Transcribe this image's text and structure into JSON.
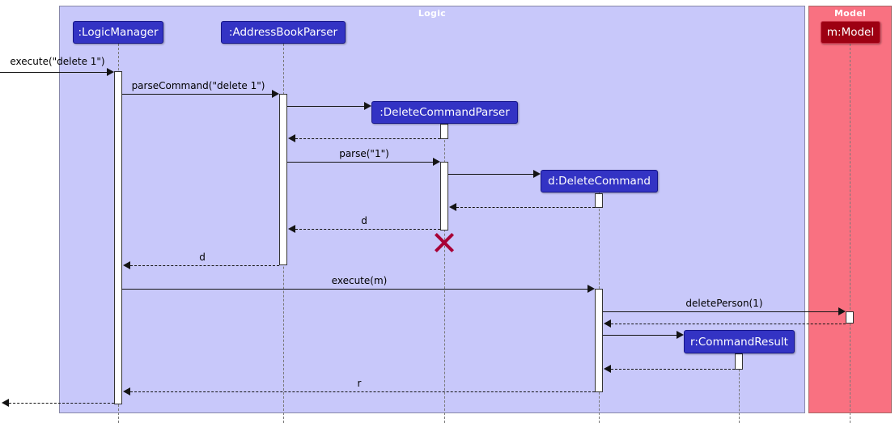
{
  "diagram_type": "uml-sequence-diagram",
  "frames": [
    {
      "id": "logic",
      "title": "Logic"
    },
    {
      "id": "model",
      "title": "Model"
    }
  ],
  "participants": [
    {
      "label": ":LogicManager",
      "frame": "Logic"
    },
    {
      "label": ":AddressBookParser",
      "frame": "Logic"
    },
    {
      "label": ":DeleteCommandParser",
      "frame": "Logic",
      "created_during_sequence": true,
      "destroyed": true
    },
    {
      "label": "d:DeleteCommand",
      "frame": "Logic",
      "created_during_sequence": true
    },
    {
      "label": "r:CommandResult",
      "frame": "Logic",
      "created_during_sequence": true
    },
    {
      "label": "m:Model",
      "frame": "Model"
    }
  ],
  "messages": [
    {
      "from": "caller",
      "to": ":LogicManager",
      "label": "execute(\"delete 1\")",
      "kind": "sync"
    },
    {
      "from": ":LogicManager",
      "to": ":AddressBookParser",
      "label": "parseCommand(\"delete 1\")",
      "kind": "sync"
    },
    {
      "from": ":AddressBookParser",
      "to": ":DeleteCommandParser",
      "label": "",
      "kind": "create"
    },
    {
      "from": ":DeleteCommandParser",
      "to": ":AddressBookParser",
      "label": "",
      "kind": "return"
    },
    {
      "from": ":AddressBookParser",
      "to": ":DeleteCommandParser",
      "label": "parse(\"1\")",
      "kind": "sync"
    },
    {
      "from": ":DeleteCommandParser",
      "to": "d:DeleteCommand",
      "label": "",
      "kind": "create"
    },
    {
      "from": "d:DeleteCommand",
      "to": ":DeleteCommandParser",
      "label": "",
      "kind": "return"
    },
    {
      "from": ":DeleteCommandParser",
      "to": ":AddressBookParser",
      "label": "d",
      "kind": "return"
    },
    {
      "from": ":AddressBookParser",
      "to": ":LogicManager",
      "label": "d",
      "kind": "return"
    },
    {
      "from": ":LogicManager",
      "to": "d:DeleteCommand",
      "label": "execute(m)",
      "kind": "sync"
    },
    {
      "from": "d:DeleteCommand",
      "to": "m:Model",
      "label": "deletePerson(1)",
      "kind": "sync"
    },
    {
      "from": "m:Model",
      "to": "d:DeleteCommand",
      "label": "",
      "kind": "return"
    },
    {
      "from": "d:DeleteCommand",
      "to": "r:CommandResult",
      "label": "",
      "kind": "create"
    },
    {
      "from": "r:CommandResult",
      "to": "d:DeleteCommand",
      "label": "",
      "kind": "return"
    },
    {
      "from": "d:DeleteCommand",
      "to": ":LogicManager",
      "label": "r",
      "kind": "return"
    },
    {
      "from": ":LogicManager",
      "to": "caller",
      "label": "",
      "kind": "return"
    }
  ],
  "destroy_marker": {
    "participant": ":DeleteCommandParser"
  },
  "colors": {
    "logic_frame_bg": "#C8C8FA",
    "logic_participant_bg": "#3333C4",
    "model_frame_bg": "#F97181",
    "model_participant_bg": "#9D0012",
    "destroy_x": "#A80036",
    "frame_title_text": "#FFFFFF",
    "participant_text": "#FFFFFF",
    "message_text": "#000000"
  }
}
